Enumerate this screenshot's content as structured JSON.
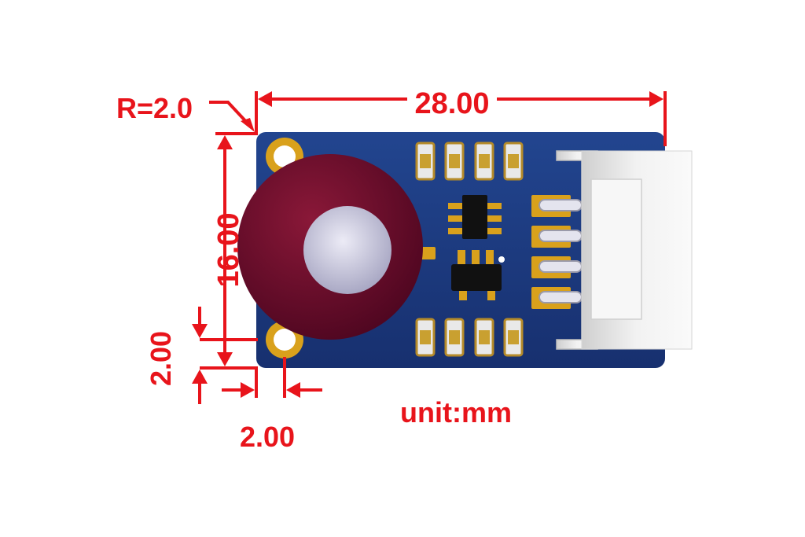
{
  "dimensions": {
    "radius_label": "R=2.0",
    "width_label": "28.00",
    "height_label": "16.00",
    "hole_offset_y_label": "2.00",
    "hole_offset_x_label": "2.00"
  },
  "unit_label": "unit:mm",
  "colors": {
    "dimension": "#e8141b",
    "pcb": "#1d3a82",
    "sensor": "#6d0a2a",
    "gold": "#d9a11c",
    "connector": "#e6e6e6"
  }
}
